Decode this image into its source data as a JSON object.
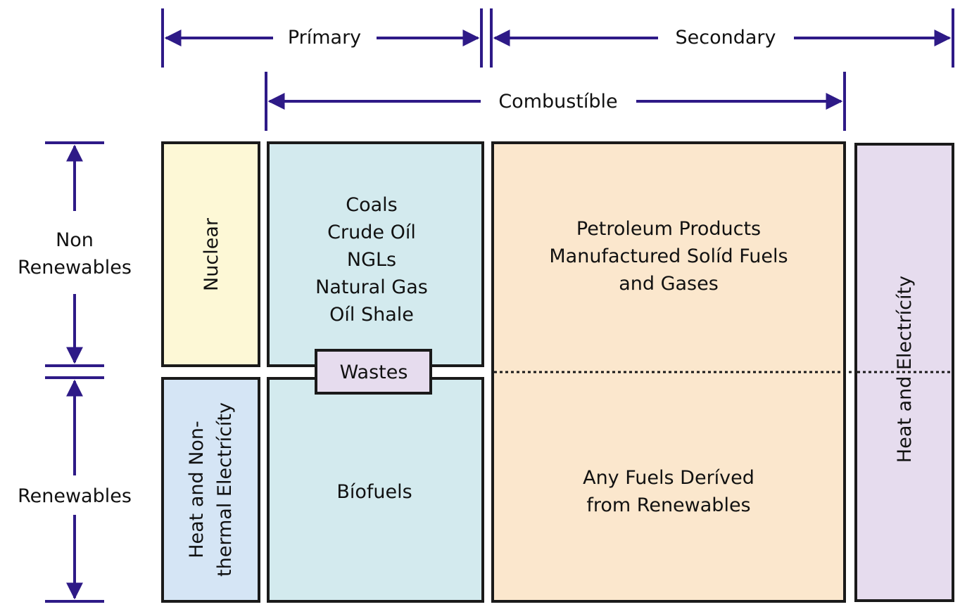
{
  "header": {
    "primary_label": "Prímary",
    "secondary_label": "Secondary",
    "combustible_label": "Combustíble"
  },
  "side": {
    "non_renewables_line1": "Non",
    "non_renewables_line2": "Renewables",
    "renewables_label": "Renewables"
  },
  "boxes": {
    "nuclear": "Nuclear",
    "heat_nonthermal_line1": "Heat and Non-",
    "heat_nonthermal_line2": "thermal Electrícíty",
    "fossil_fuels": [
      "Coals",
      "Crude Oíl",
      "NGLs",
      "Natural Gas",
      "Oíl Shale"
    ],
    "wastes": "Wastes",
    "biofuels": "Bíofuels",
    "secondary_nonrenew": [
      "Petroleum Products",
      "Manufactured Solíd Fuels",
      "and Gases"
    ],
    "secondary_renew": [
      "Any Fuels Deríved",
      "from Renewables"
    ],
    "heat_electricity": "Heat and Electrícíty"
  },
  "colors": {
    "arrow": "#2e1a87",
    "border": "#1a1a1a",
    "nuclear_fill": "#fdf8d6",
    "heat_nonthermal_fill": "#d5e5f5",
    "primary_fill": "#d3eaee",
    "wastes_fill": "#e6dcee",
    "secondary_fill": "#fbe7cd",
    "heat_electricity_fill": "#e6dcee"
  }
}
